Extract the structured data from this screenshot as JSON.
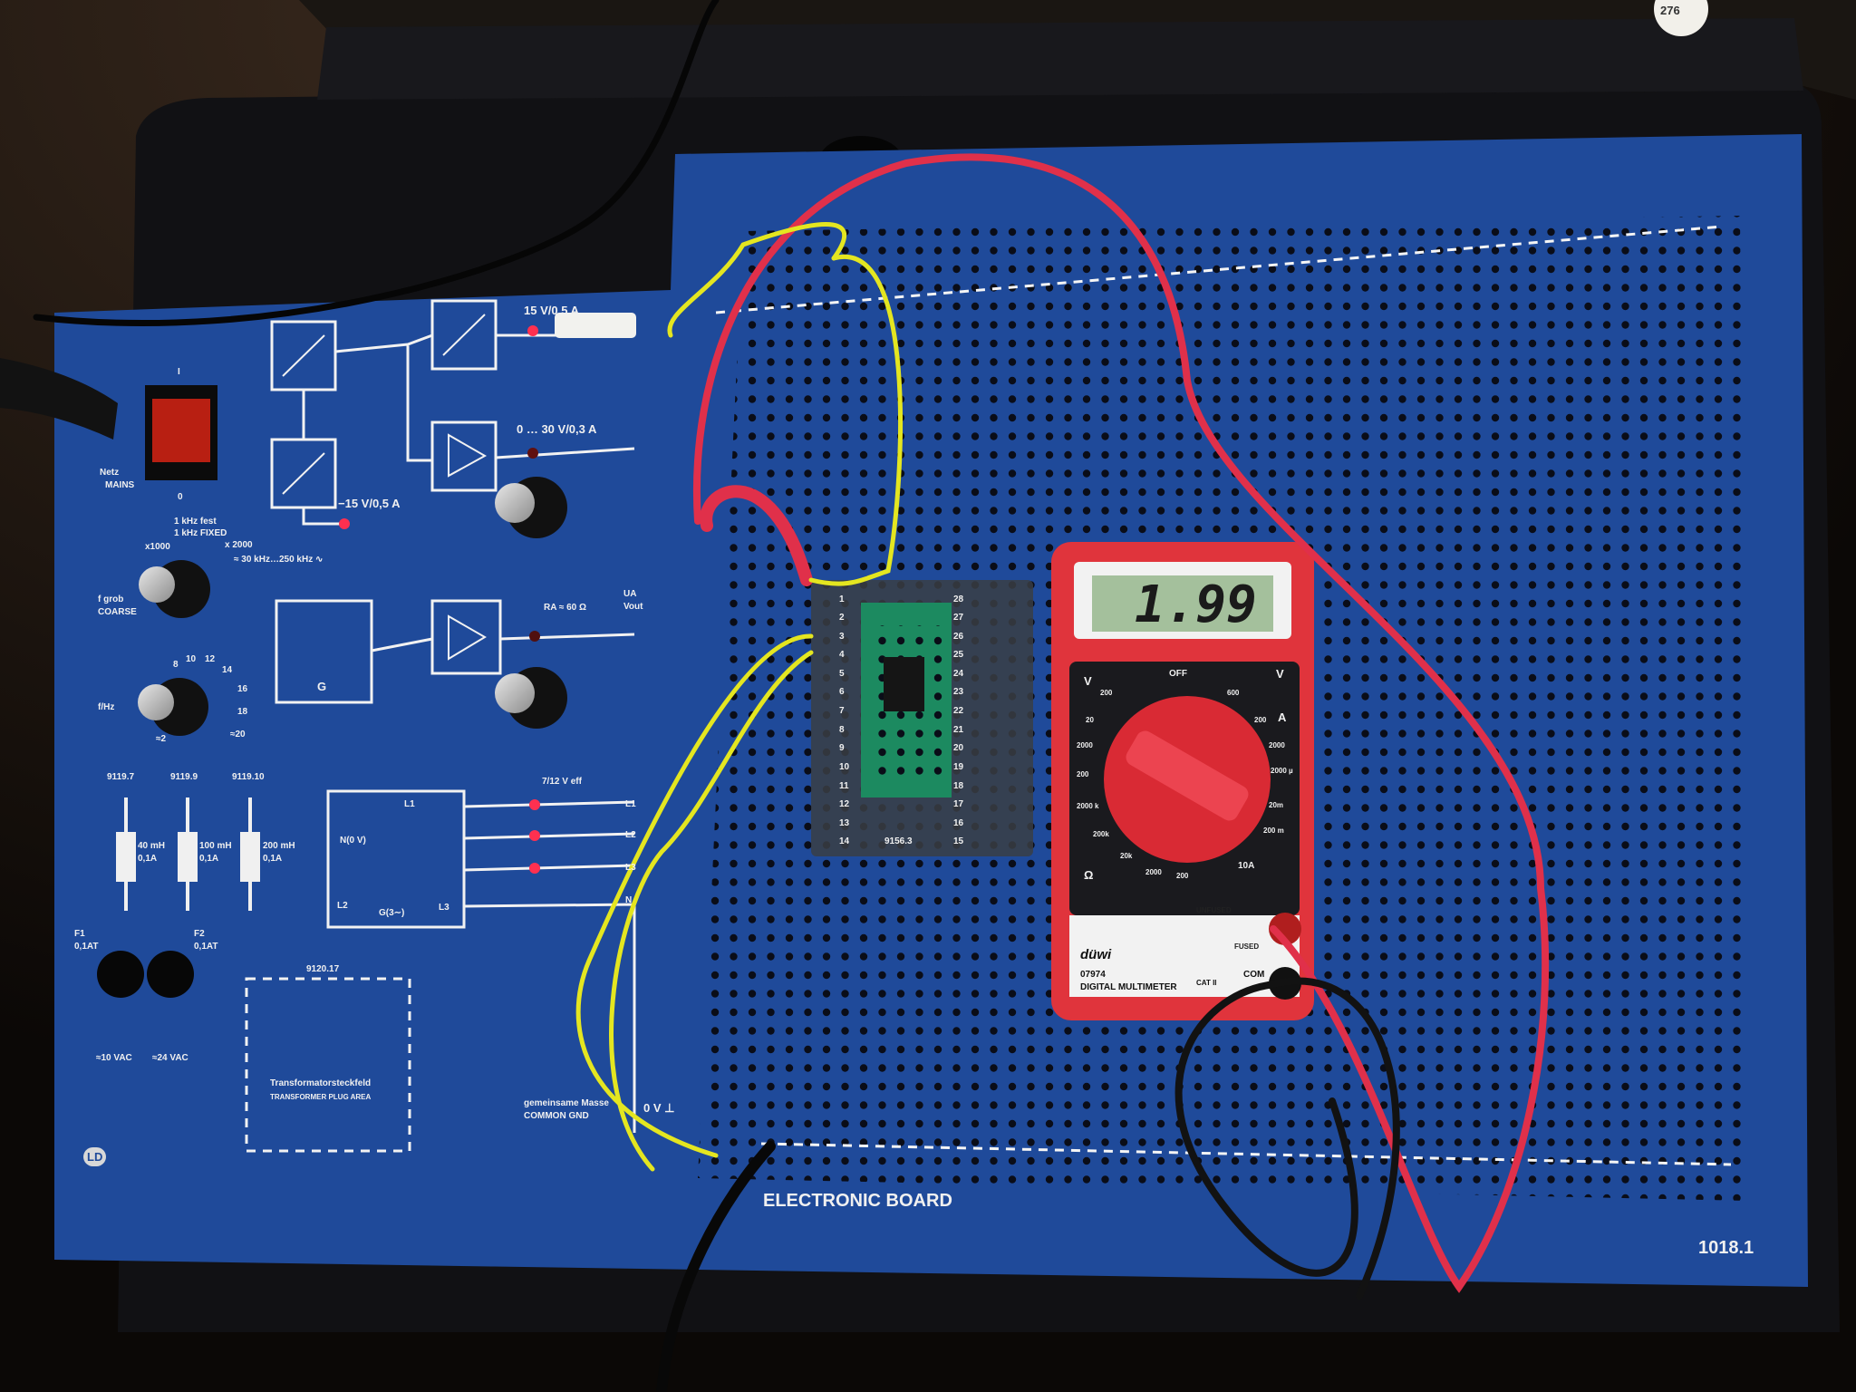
{
  "colors": {
    "board": "#1f4a9a",
    "case": "#0f0f12",
    "wire_red": "#e0304a",
    "wire_yellow": "#e4e620",
    "multimeter_body": "#e0343c",
    "lcd": "#a4c09c"
  },
  "sticker": {
    "text": "276"
  },
  "power": {
    "label_de": "Netz",
    "label_en": "MAINS",
    "on_mark": "I",
    "off_mark": "0"
  },
  "supply": {
    "plus15": "15 V/0,5 A",
    "minus15": "−15 V/0,5 A",
    "variable": "0 … 30 V/0,3 A"
  },
  "generator": {
    "freq_fixed_de": "1 kHz fest",
    "freq_fixed_en": "1 kHz FIXED",
    "x1000": "x1000",
    "x2000": "x 2000",
    "range": "≈ 30 kHz…250 kHz ∿",
    "coarse_de": "f grob",
    "coarse_en": "COARSE",
    "fhz": "f/Hz",
    "g_label": "G",
    "ra": "RA ≈ 60 Ω",
    "ua": "UA",
    "uout": "Vout",
    "scale": [
      "8",
      "10",
      "12",
      "14",
      "16",
      "18",
      "≈20",
      "≈2"
    ]
  },
  "inductors": [
    {
      "part": "9119.7",
      "value": "40 mH",
      "current": "0,1A"
    },
    {
      "part": "9119.9",
      "value": "100 mH",
      "current": "0,1A"
    },
    {
      "part": "9119.10",
      "value": "200 mH",
      "current": "0,1A"
    }
  ],
  "threephase": {
    "voltage": "7/12 V eff",
    "l1": "L1",
    "l2": "L2",
    "l3": "L3",
    "n": "N",
    "inner_n": "N(0 V)",
    "inner_l1": "L1",
    "inner_l2": "L2",
    "inner_l3": "L3",
    "inner_g": "G(3∼)"
  },
  "fuses": [
    {
      "name": "F1",
      "rating": "0,1AT"
    },
    {
      "name": "F2",
      "rating": "0,1AT"
    }
  ],
  "vac": [
    "≈10 VAC",
    "≈24 VAC"
  ],
  "transformer": {
    "part": "9120.17",
    "label_de": "Transformatorsteckfeld",
    "label_en": "TRANSFORMER PLUG AREA"
  },
  "ground": {
    "label_de": "gemeinsame Masse",
    "label_en": "COMMON GND",
    "zero": "0 V ⊥"
  },
  "board": {
    "name": "ELECTRONIC BOARD",
    "model": "1018.1",
    "logo": "LD"
  },
  "chip_module": {
    "part": "9156.3",
    "pins_left": [
      "1",
      "2",
      "3",
      "4",
      "5",
      "6",
      "7",
      "8",
      "9",
      "10",
      "11",
      "12",
      "13",
      "14"
    ],
    "pins_right": [
      "28",
      "27",
      "26",
      "25",
      "24",
      "23",
      "22",
      "21",
      "20",
      "19",
      "18",
      "17",
      "16",
      "15"
    ]
  },
  "multimeter": {
    "reading": "1.99",
    "brand": "düwi",
    "model": "07974",
    "title": "DIGITAL MULTIMETER",
    "off": "OFF",
    "v_dc": "V",
    "v_ac": "V",
    "ohm": "Ω",
    "amp": "A",
    "ten_a": "10A",
    "com": "COM",
    "cat": "CAT II",
    "ranges_left": [
      "200",
      "20",
      "2000",
      "200",
      "2000 k",
      "200k",
      "20k",
      "2000",
      "200"
    ],
    "ranges_right": [
      "600",
      "200",
      "2000",
      "2000 µ",
      "20m",
      "200 m"
    ],
    "fused_text": "FUSED",
    "unfused_text": "UNFUSED"
  }
}
